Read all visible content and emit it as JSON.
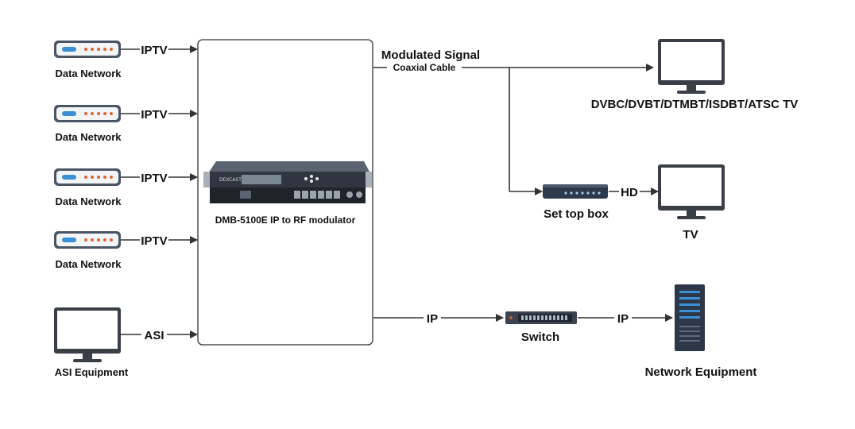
{
  "colors": {
    "line": "#333333",
    "router_body": "#4a5563",
    "router_led": "#e0633a",
    "monitor_frame": "#3a3f47",
    "server_body": "#2d3748",
    "server_accent": "#3a8fd6"
  },
  "sources": [
    {
      "label": "Data Network",
      "link": "IPTV",
      "icon": "router-icon"
    },
    {
      "label": "Data Network",
      "link": "IPTV",
      "icon": "router-icon"
    },
    {
      "label": "Data Network",
      "link": "IPTV",
      "icon": "router-icon"
    },
    {
      "label": "Data Network",
      "link": "IPTV",
      "icon": "router-icon"
    },
    {
      "label": "ASI Equipment",
      "link": "ASI",
      "icon": "monitor-icon"
    }
  ],
  "modulator": {
    "caption": "DMB-5100E IP to RF modulator",
    "brand": "DEXCAST"
  },
  "output": {
    "signal_label": "Modulated Signal",
    "cable_label": "Coaxial Cable",
    "tv_digital_label": "DVBC/DVBT/DTMBT/ISDBT/ATSC TV",
    "stb_label": "Set top box",
    "hd_label": "HD",
    "tv_label": "TV",
    "ip_label_1": "IP",
    "switch_label": "Switch",
    "ip_label_2": "IP",
    "network_label": "Network Equipment"
  }
}
